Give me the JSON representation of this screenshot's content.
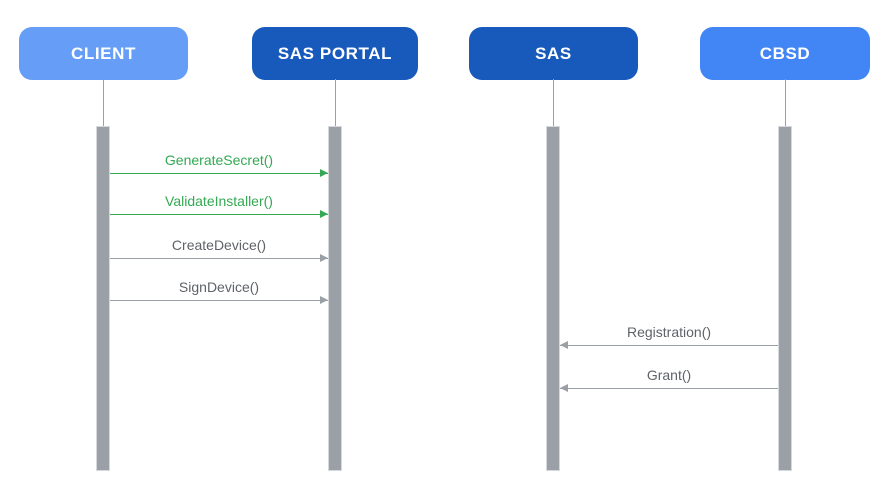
{
  "diagram": {
    "type": "sequence-diagram",
    "actors": [
      {
        "id": "client",
        "label": "CLIENT",
        "color": "#669DF6"
      },
      {
        "id": "sas-portal",
        "label": "SAS PORTAL",
        "color": "#185ABC"
      },
      {
        "id": "sas",
        "label": "SAS",
        "color": "#185ABC"
      },
      {
        "id": "cbsd",
        "label": "CBSD",
        "color": "#4285F4"
      }
    ],
    "messages": [
      {
        "label": "GenerateSecret()",
        "from": "client",
        "to": "sas-portal",
        "direction": "right",
        "color": "#34A853"
      },
      {
        "label": "ValidateInstaller()",
        "from": "client",
        "to": "sas-portal",
        "direction": "right",
        "color": "#34A853"
      },
      {
        "label": "CreateDevice()",
        "from": "client",
        "to": "sas-portal",
        "direction": "right",
        "color": "#9AA0A6"
      },
      {
        "label": "SignDevice()",
        "from": "client",
        "to": "sas-portal",
        "direction": "right",
        "color": "#9AA0A6"
      },
      {
        "label": "Registration()",
        "from": "cbsd",
        "to": "sas",
        "direction": "left",
        "color": "#9AA0A6"
      },
      {
        "label": "Grant()",
        "from": "cbsd",
        "to": "sas",
        "direction": "left",
        "color": "#9AA0A6"
      }
    ],
    "colors": {
      "green_message": "#34A853",
      "gray_message_text": "#5F6368",
      "gray_message_line": "#9AA0A6",
      "lifeline": "#9AA0A6",
      "activation_bar": "#9AA0A6",
      "background": "#FFFFFF"
    }
  }
}
